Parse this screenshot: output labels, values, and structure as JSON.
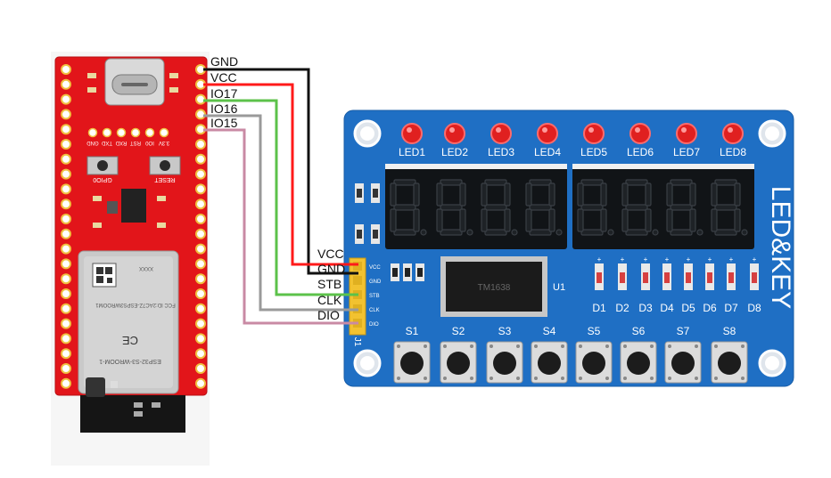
{
  "left_header_labels": [
    "GND",
    "VCC",
    "IO17",
    "IO16",
    "IO15"
  ],
  "connector_labels": [
    "VCC",
    "GND",
    "STB",
    "CLK",
    "DIO"
  ],
  "wire_colors": {
    "gnd": "#111111",
    "vcc": "#ff1a1a",
    "io17": "#5cc24a",
    "io16": "#9a9a9a",
    "io15": "#c98aa4"
  },
  "esp_board": {
    "button_left": "GPIO0",
    "button_right": "RESET",
    "pin_row_labels": [
      "GND",
      "TXD",
      "RXD",
      "RST",
      "IO0",
      "3.3V"
    ],
    "module_text": [
      "ESP32-S3-WROOM-1",
      "FCC ID:2AC7Z-ESPS3WROOM1",
      "CE"
    ]
  },
  "tm_board": {
    "title": "LED&KEY",
    "led_labels": [
      "LED1",
      "LED2",
      "LED3",
      "LED4",
      "LED5",
      "LED6",
      "LED7",
      "LED8"
    ],
    "d_labels": [
      "D1",
      "D2",
      "D3",
      "D4",
      "D5",
      "D6",
      "D7",
      "D8"
    ],
    "switch_labels": [
      "S1",
      "S2",
      "S3",
      "S4",
      "S5",
      "S6",
      "S7",
      "S8"
    ],
    "chip_label": "U1",
    "chip_text": "TM1638",
    "header_label": "J1",
    "header_pins": [
      "VCC",
      "GND",
      "STB",
      "CLK",
      "DIO"
    ]
  }
}
